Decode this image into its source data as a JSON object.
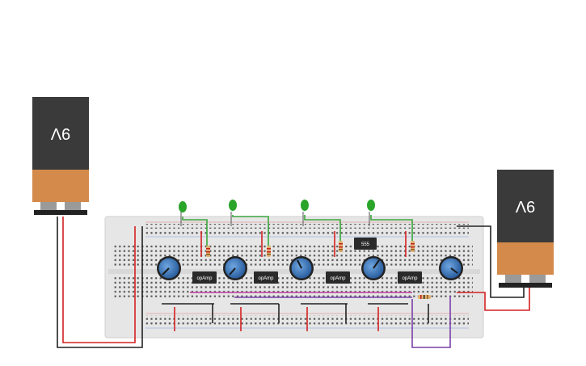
{
  "canvas": {
    "background": "#ffffff",
    "board_color": "#e6e6e6"
  },
  "batteries": [
    {
      "id": "left",
      "label": "9V"
    },
    {
      "id": "right",
      "label": "9V"
    }
  ],
  "chips": [
    {
      "id": "opamp-1",
      "label": "opAmp"
    },
    {
      "id": "opamp-2",
      "label": "opAmp"
    },
    {
      "id": "opamp-3",
      "label": "opAmp"
    },
    {
      "id": "opamp-4",
      "label": "opAmp"
    },
    {
      "id": "timer-555",
      "label": "555"
    }
  ],
  "potentiometers": 5,
  "leds": {
    "count": 4,
    "color": "#2aa52a"
  },
  "wire_colors": {
    "power": "#d42020",
    "ground": "#222222",
    "signal": "#3aa63a",
    "purple": "#7b3fa8",
    "magenta": "#c03aa0"
  }
}
